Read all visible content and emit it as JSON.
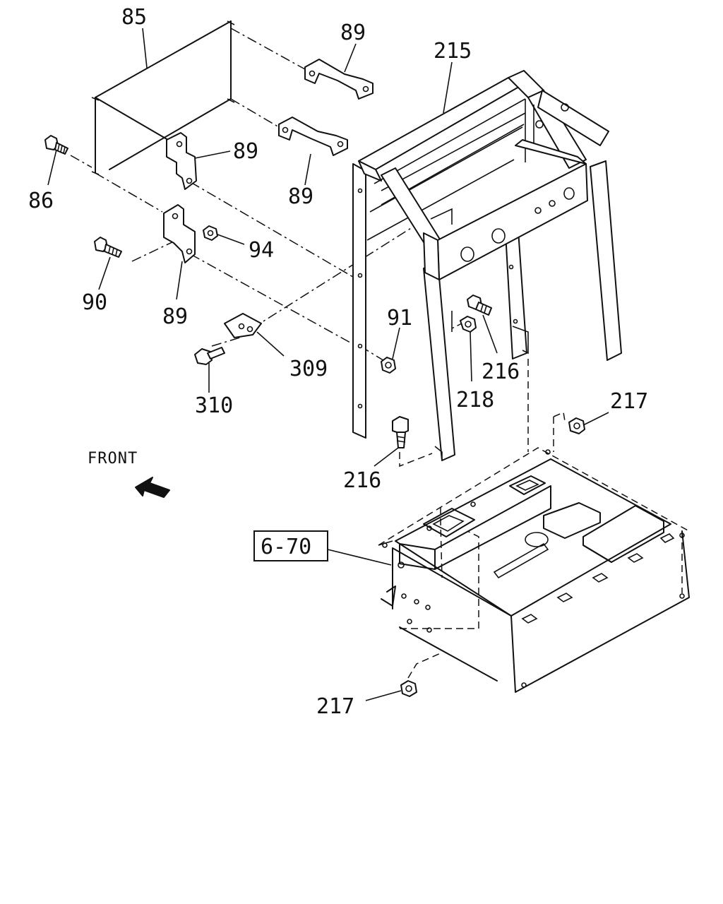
{
  "labels": {
    "p85": "85",
    "p89a": "89",
    "p89b": "89",
    "p89c": "89",
    "p89d": "89",
    "p215": "215",
    "p86": "86",
    "p94": "94",
    "p90": "90",
    "p91": "91",
    "p216a": "216",
    "p216b": "216",
    "p218": "218",
    "p217a": "217",
    "p217b": "217",
    "p309": "309",
    "p310": "310",
    "ref": "6-70"
  },
  "front_text": "FRONT"
}
